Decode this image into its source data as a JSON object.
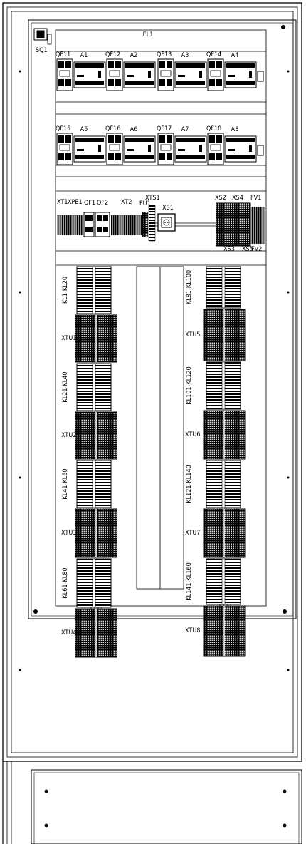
{
  "diagram": {
    "top_lamp": "EL1",
    "door_switch": "SQ1",
    "breaker_row_1": [
      {
        "breaker": "QF11",
        "module": "A1"
      },
      {
        "breaker": "QF12",
        "module": "A2"
      },
      {
        "breaker": "QF13",
        "module": "A3"
      },
      {
        "breaker": "QF14",
        "module": "A4"
      }
    ],
    "breaker_row_2": [
      {
        "breaker": "QF15",
        "module": "A5"
      },
      {
        "breaker": "QF16",
        "module": "A6"
      },
      {
        "breaker": "QF17",
        "module": "A7"
      },
      {
        "breaker": "QF18",
        "module": "A8"
      }
    ],
    "rail_labels": [
      "XT1",
      "XPE1",
      "QF1",
      "QF2",
      "XT2",
      "XTS1",
      "FU1",
      "XS1",
      "XS2",
      "XS4",
      "FV1",
      "XS3",
      "XS5",
      "FV2"
    ],
    "left_column": [
      {
        "relays": "KL1-KL20",
        "terminal": "XTU1"
      },
      {
        "relays": "KL21-KL40",
        "terminal": "XTU2"
      },
      {
        "relays": "KL41-KL60",
        "terminal": "XTU3"
      },
      {
        "relays": "KL61-KL80",
        "terminal": "XTU4"
      }
    ],
    "right_column": [
      {
        "relays": "KL81-KL100",
        "terminal": "XTU5"
      },
      {
        "relays": "KL101-KL120",
        "terminal": "XTU6"
      },
      {
        "relays": "KL121-KL140",
        "terminal": "XTU7"
      },
      {
        "relays": "KL141-KL160",
        "terminal": "XTU8"
      }
    ]
  }
}
